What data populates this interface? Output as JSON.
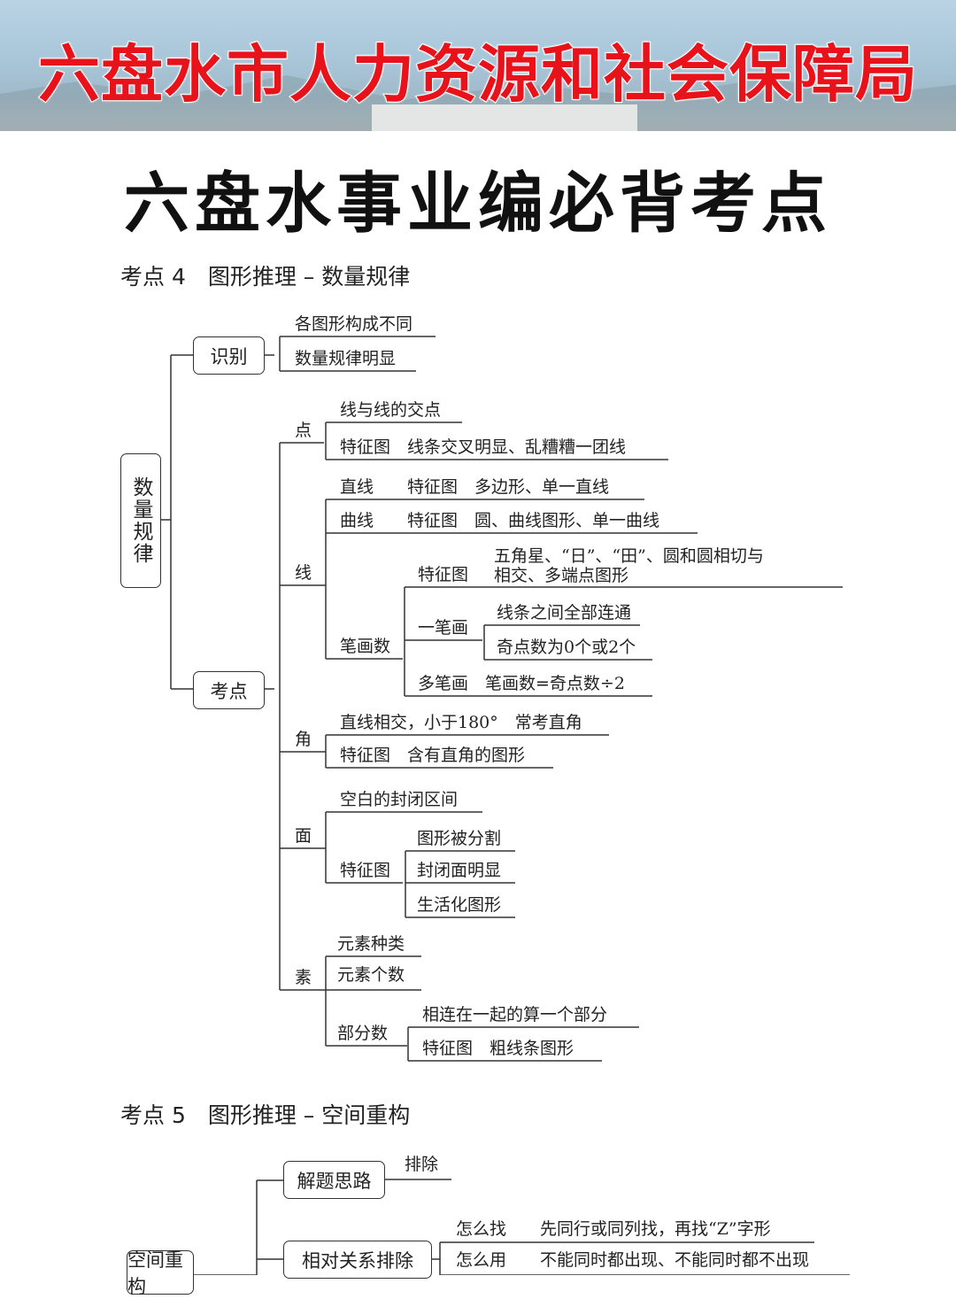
{
  "banner": {
    "title": "六盘水市人力资源和社会保障局"
  },
  "page_title": "六盘水事业编必背考点",
  "section4": {
    "heading": "考点 4　图形推理 – 数量规律",
    "root": "数量规律",
    "identify": {
      "label": "识别",
      "items": [
        "各图形构成不同",
        "数量规律明显"
      ]
    },
    "points": {
      "label": "考点",
      "dot": {
        "label": "点",
        "items": [
          "线与线的交点",
          "特征图　线条交叉明显、乱糟糟一团线"
        ]
      },
      "line": {
        "label": "线",
        "straight": "直线　　特征图　多边形、单一直线",
        "curve": "曲线　　特征图　圆、曲线图形、单一曲线",
        "strokes": {
          "label": "笔画数",
          "feature_label": "特征图",
          "feature_line1": "五角星、“日”、“田”、圆和圆相切与",
          "feature_line2": "相交、多端点图形",
          "one_stroke": {
            "label": "一笔画",
            "items": [
              "线条之间全部连通",
              "奇点数为0个或2个"
            ]
          },
          "multi_stroke": "多笔画　笔画数=奇点数÷2"
        }
      },
      "angle": {
        "label": "角",
        "items": [
          "直线相交，小于180°　常考直角",
          "特征图　含有直角的图形"
        ]
      },
      "face": {
        "label": "面",
        "item": "空白的封闭区间",
        "feature_label": "特征图",
        "feature_items": [
          "图形被分割",
          "封闭面明显",
          "生活化图形"
        ]
      },
      "element": {
        "label": "素",
        "items": [
          "元素种类",
          "元素个数"
        ],
        "parts": {
          "label": "部分数",
          "items": [
            "相连在一起的算一个部分",
            "特征图　粗线条图形"
          ]
        }
      }
    }
  },
  "section5": {
    "heading": "考点 5　图形推理 – 空间重构",
    "root": "空间重构",
    "approach": {
      "label": "解题思路",
      "item": "排除"
    },
    "relative": {
      "label": "相对关系排除",
      "items": [
        "怎么找　　先同行或同列找，再找“Z”字形",
        "怎么用　　不能同时都出现、不能同时都不出现"
      ]
    }
  }
}
